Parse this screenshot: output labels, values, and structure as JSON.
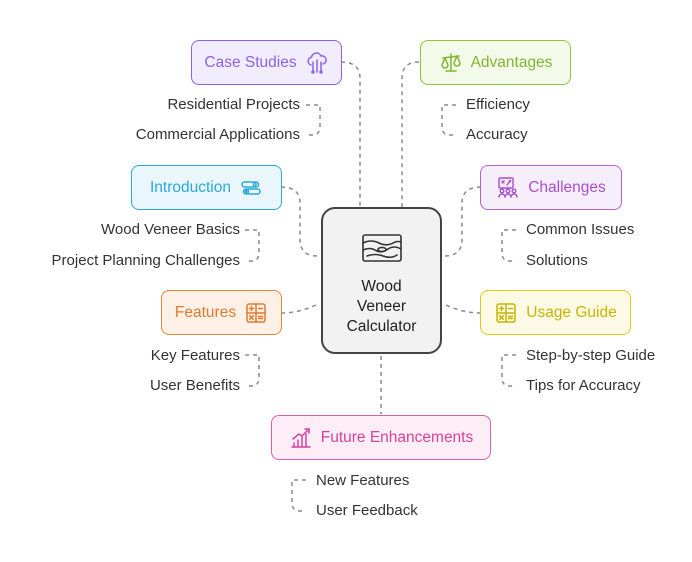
{
  "center": {
    "title_lines": [
      "Wood",
      "Veneer",
      "Calculator"
    ],
    "icon": "wood-grain-icon"
  },
  "nodes": {
    "case_studies": {
      "label": "Case Studies",
      "icon": "cloud-network-icon",
      "color": "#8a63e8",
      "bg": "#f1edfd",
      "items": [
        "Residential Projects",
        "Commercial Applications"
      ]
    },
    "advantages": {
      "label": "Advantages",
      "icon": "balance-scale-icon",
      "color": "#8dc63f",
      "bg": "#f3faea",
      "items": [
        "Efficiency",
        "Accuracy"
      ]
    },
    "introduction": {
      "label": "Introduction",
      "icon": "logs-icon",
      "color": "#2aa9d9",
      "bg": "#e9f7fc",
      "items": [
        "Wood Veneer Basics",
        "Project Planning Challenges"
      ]
    },
    "challenges": {
      "label": "Challenges",
      "icon": "team-strategy-icon",
      "color": "#b660d8",
      "bg": "#f7eefc",
      "items": [
        "Common Issues",
        "Solutions"
      ]
    },
    "features": {
      "label": "Features",
      "icon": "calculator-icon",
      "color": "#e4873a",
      "bg": "#fdf1e7",
      "items": [
        "Key Features",
        "User Benefits"
      ]
    },
    "usage_guide": {
      "label": "Usage Guide",
      "icon": "calculator-icon",
      "color": "#dccb1c",
      "bg": "#fcfae4",
      "items": [
        "Step-by-step Guide",
        "Tips for Accuracy"
      ]
    },
    "future": {
      "label": "Future Enhancements",
      "icon": "growth-chart-icon",
      "color": "#e05ea8",
      "bg": "#fdedf6",
      "items": [
        "New Features",
        "User Feedback"
      ]
    }
  },
  "connector_color": "#888888"
}
